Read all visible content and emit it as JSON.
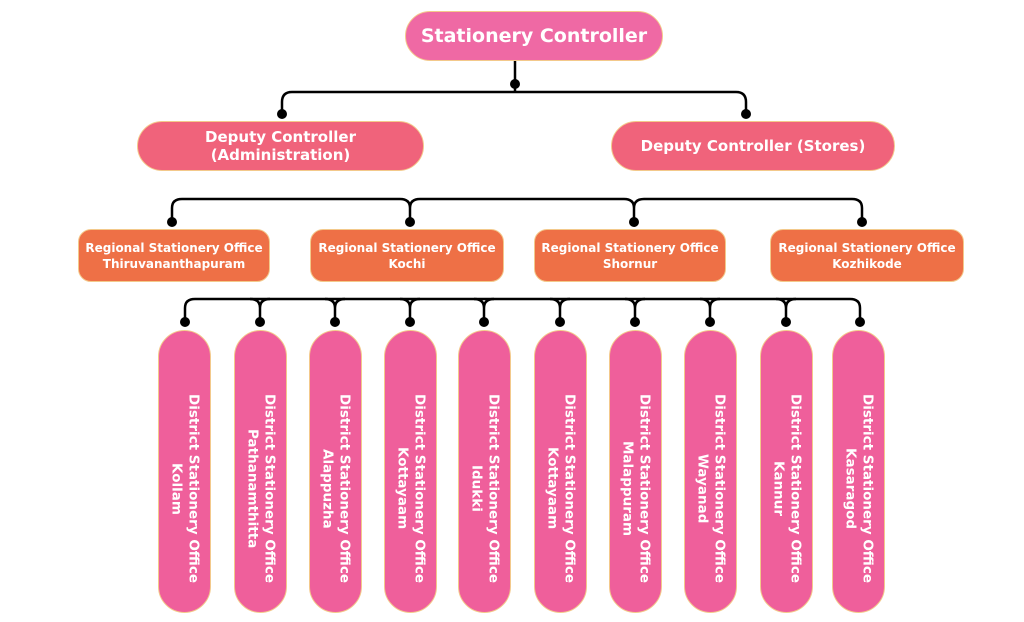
{
  "diagram": {
    "type": "org-chart",
    "colors": {
      "root": "#ef69a4",
      "deputy": "#f0637b",
      "regional": "#ee7046",
      "district": "#ef5f9b",
      "connector": "#000000",
      "border": "#f3c98b"
    },
    "root": {
      "label": "Stationery Controller"
    },
    "deputies": [
      {
        "label": "Deputy Controller (Administration)"
      },
      {
        "label": "Deputy Controller (Stores)"
      }
    ],
    "regional_offices": [
      {
        "line1": "Regional Stationery Office",
        "line2": "Thiruvananthapuram"
      },
      {
        "line1": "Regional Stationery Office",
        "line2": "Kochi"
      },
      {
        "line1": "Regional Stationery Office",
        "line2": "Shornur"
      },
      {
        "line1": "Regional Stationery Office",
        "line2": "Kozhikode"
      }
    ],
    "district_offices": [
      {
        "line1": "District Stationery Office",
        "line2": "Kollam"
      },
      {
        "line1": "District Stationery Office",
        "line2": "Pathanamthitta"
      },
      {
        "line1": "District Stationery Office",
        "line2": "Alappuzha"
      },
      {
        "line1": "District Stationery Office",
        "line2": "Kottayaam"
      },
      {
        "line1": "District Stationery Office",
        "line2": "Idukki"
      },
      {
        "line1": "District Stationery Office",
        "line2": "Kottayaam"
      },
      {
        "line1": "District Stationery Office",
        "line2": "Malappuram"
      },
      {
        "line1": "District Stationery Office",
        "line2": "Wayanad"
      },
      {
        "line1": "District Stationery Office",
        "line2": "Kannur"
      },
      {
        "line1": "District Stationery Office",
        "line2": "Kasaragod"
      }
    ]
  }
}
